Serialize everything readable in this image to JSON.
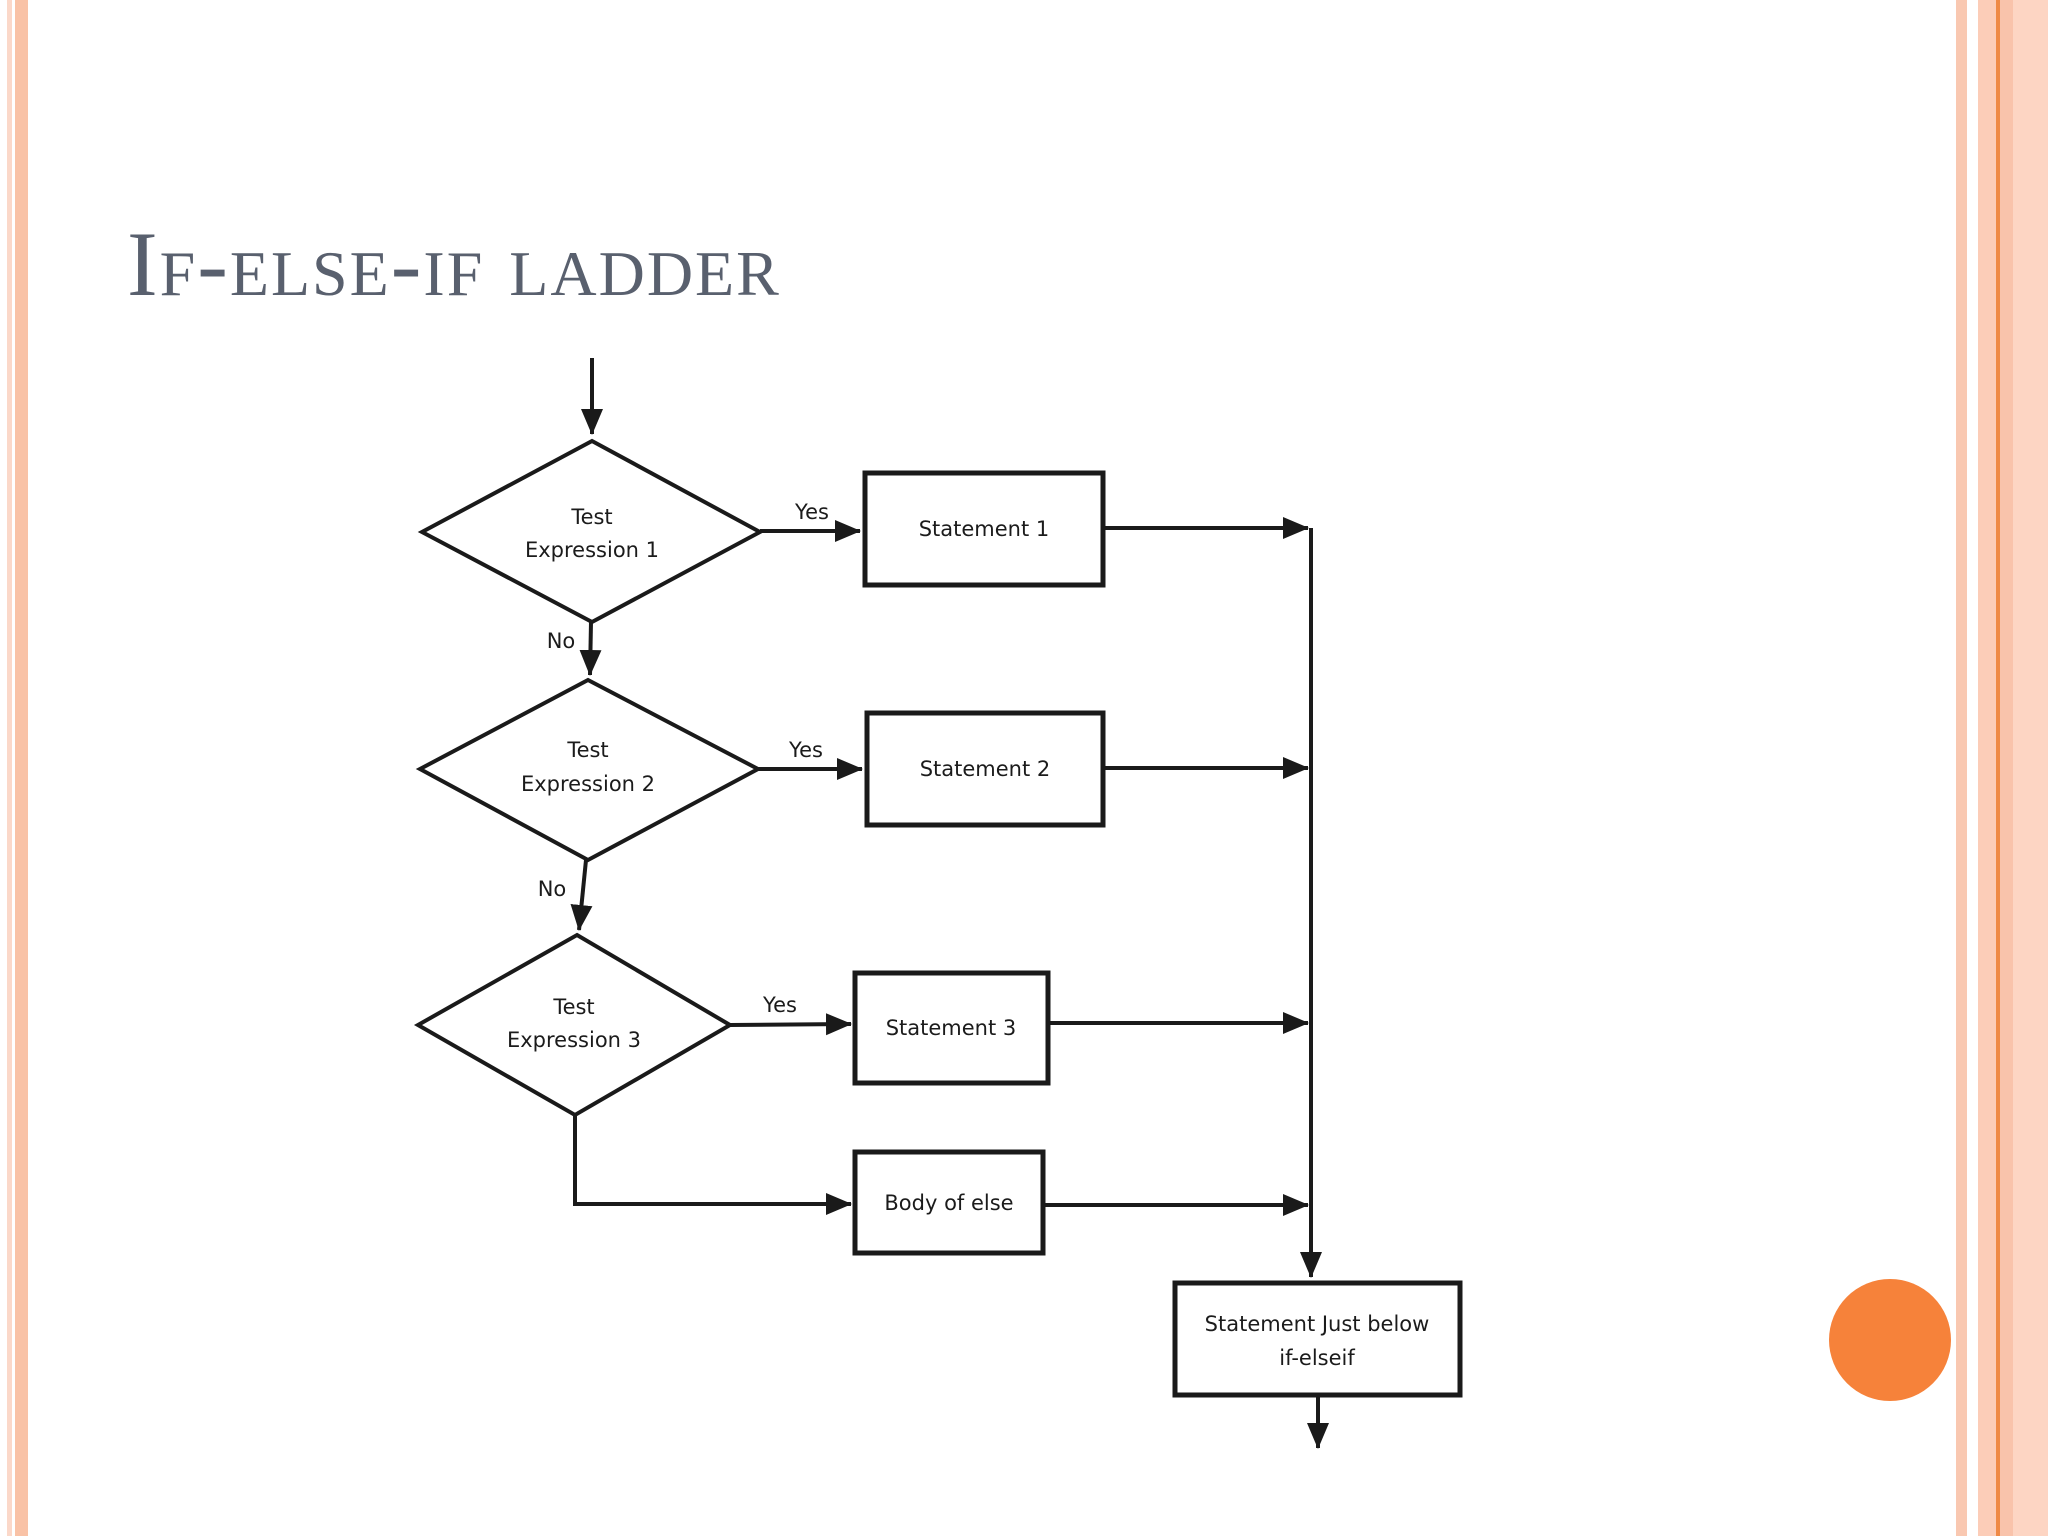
{
  "slide": {
    "title": "If-else-if ladder"
  },
  "theme": {
    "title_color": "#59606e",
    "line_color": "#1a1a1a",
    "stripe_light": "#fbd8c9",
    "stripe_medium": "#f9c2a6",
    "right_stripe": "#f9c8b1",
    "right_band": "#fccdb8",
    "right_band_line": "#ef8a46",
    "right_band_mid": "#f9c3ab",
    "right_band_light": "#fdd5c3",
    "circle_color": "#f6823a"
  },
  "flowchart": {
    "decisions": [
      {
        "line1": "Test",
        "line2": "Expression 1"
      },
      {
        "line1": "Test",
        "line2": "Expression 2"
      },
      {
        "line1": "Test",
        "line2": "Expression 3"
      }
    ],
    "yes_labels": [
      "Yes",
      "Yes",
      "Yes"
    ],
    "no_labels": [
      "No",
      "No"
    ],
    "statements": [
      "Statement 1",
      "Statement 2",
      "Statement 3"
    ],
    "else_label": "Body of else",
    "final": {
      "line1": "Statement Just below",
      "line2": "if-elseif"
    }
  }
}
